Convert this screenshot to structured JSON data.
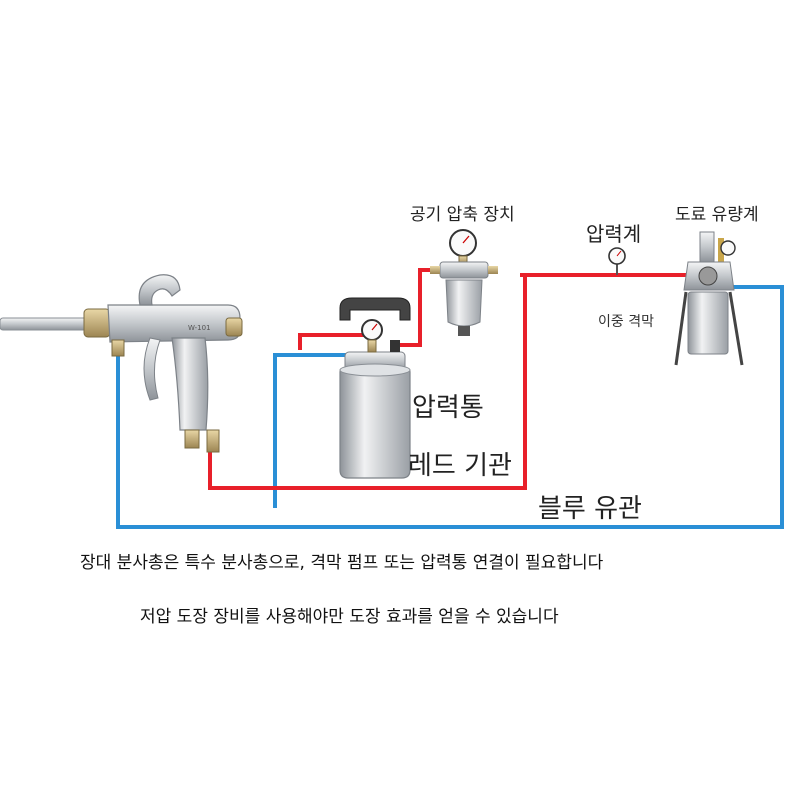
{
  "labels": {
    "air_compressor": "공기 압축 장치",
    "pressure_gauge": "압력계",
    "paint_flow_meter": "도료 유량계",
    "double_diaphragm": "이중 격막",
    "pressure_tank": "압력통",
    "red_pipe": "레드 기관",
    "blue_pipe": "블루 유관"
  },
  "captions": {
    "line1": "장대 분사총은 특수 분사총으로, 격막 펌프 또는 압력통 연결이 필요합니다",
    "line2": "저압 도장 장비를 사용해야만 도장 효과를 얻을 수 있습니다"
  },
  "gun_marking": "W-101",
  "colors": {
    "red_line": "#e8202a",
    "blue_line": "#2a8fd6",
    "metal": "#c9ccd0",
    "metal_dark": "#7d8288"
  }
}
